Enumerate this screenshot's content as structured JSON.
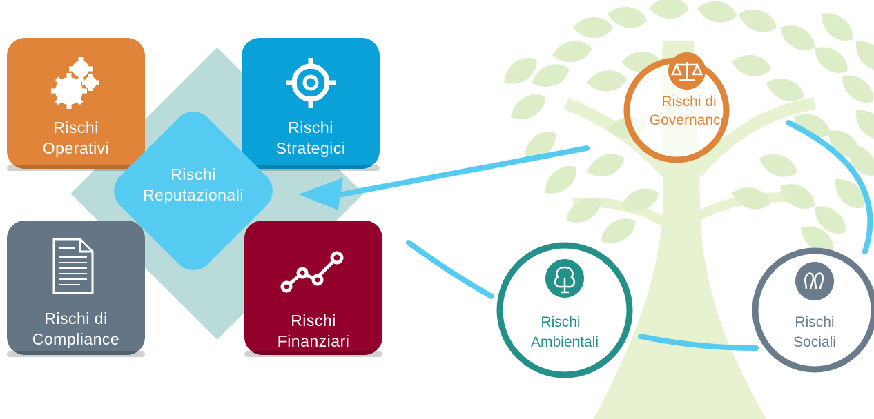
{
  "colors": {
    "operativi": "#E0843A",
    "strategici": "#0AA0D8",
    "compliance": "#647686",
    "finanziari": "#93002C",
    "reputazionali": "#56CBF2",
    "diamond_bg": "#B9DCDB",
    "governance": "#E0843A",
    "ambientali": "#23918A",
    "sociali": "#6A7C8C",
    "arrow": "#56CBF2",
    "tree_leaf": "#DCEDC8",
    "tree_trunk": "#E6F2D0"
  },
  "cards": {
    "operativi": {
      "line1": "Rischi",
      "line2": "Operativi",
      "icon": "gears-icon"
    },
    "strategici": {
      "line1": "Rischi",
      "line2": "Strategici",
      "icon": "target-icon"
    },
    "compliance": {
      "line1": "Rischi di",
      "line2": "Compliance",
      "icon": "document-icon"
    },
    "finanziari": {
      "line1": "Rischi",
      "line2": "Finanziari",
      "icon": "trend-chart-icon"
    }
  },
  "center": {
    "line1": "Rischi",
    "line2": "Reputazionali"
  },
  "esg": {
    "governance": {
      "line1": "Rischi di",
      "line2": "Governance",
      "icon": "scales-icon"
    },
    "ambientali": {
      "line1": "Rischi",
      "line2": "Ambientali",
      "icon": "tree-icon"
    },
    "sociali": {
      "line1": "Rischi",
      "line2": "Sociali",
      "icon": "people-icon"
    }
  }
}
